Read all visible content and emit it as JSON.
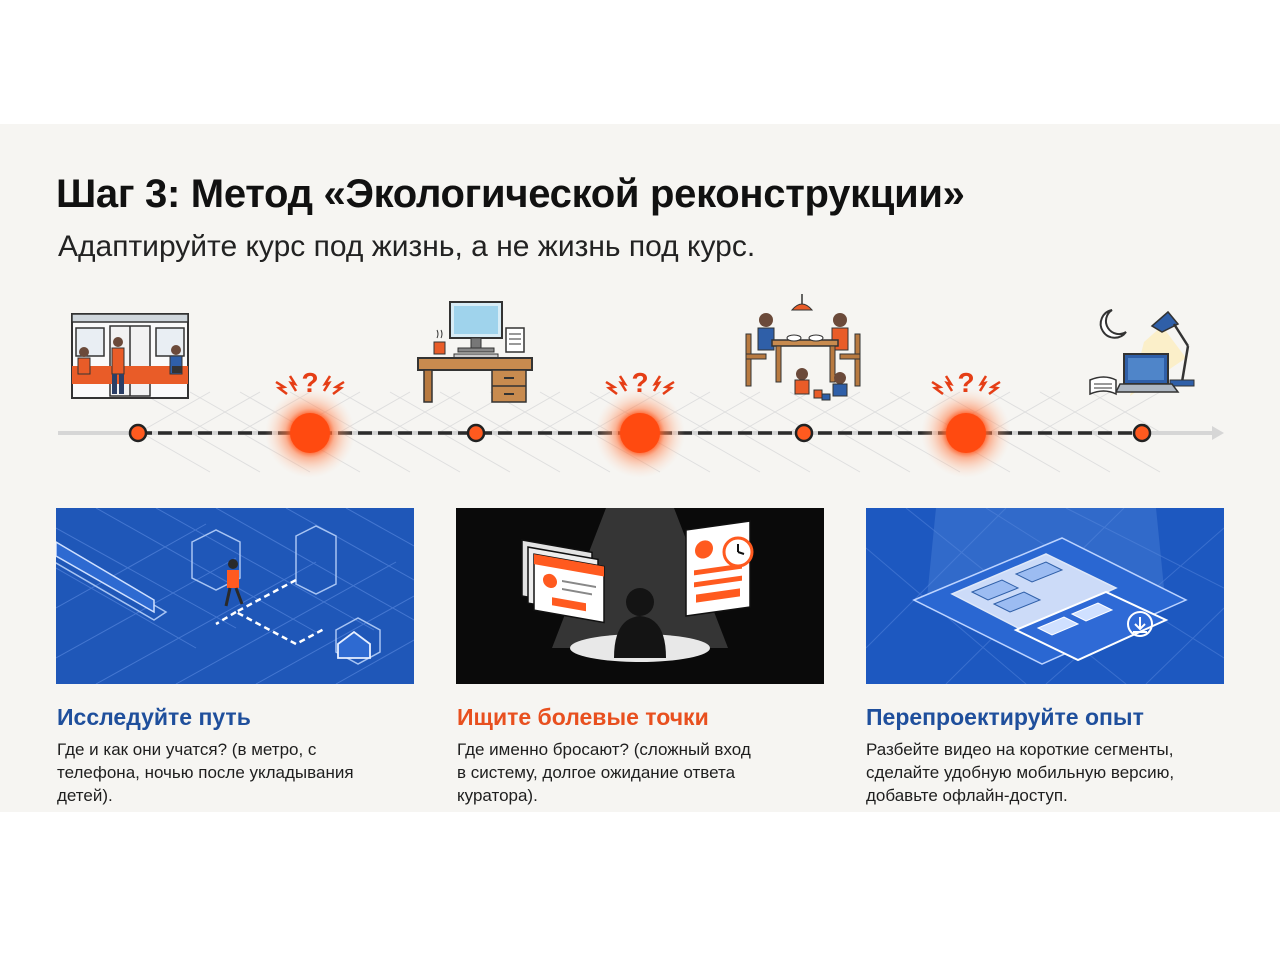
{
  "header": {
    "title": "Шаг 3: Метод «Экологической реконструкции»",
    "subtitle": "Адаптируйте курс под жизнь, а не жизнь под курс."
  },
  "timeline": {
    "question_mark": "?",
    "colors": {
      "accent": "#ff5a1f",
      "line": "#2b2b2b",
      "track": "#d9d9d9"
    }
  },
  "cards": [
    {
      "title": "Исследуйте путь",
      "lines": [
        "Где и как они учатся? (в метро, с",
        "телефона, ночью после укладывания",
        "детей)."
      ],
      "title_color": "#1f4f9c"
    },
    {
      "title": "Ищите болевые точки",
      "lines": [
        "Где именно бросают? (сложный вход",
        "в систему, долгое ожидание ответа",
        "куратора)."
      ],
      "title_color": "#e8501f"
    },
    {
      "title": "Перепроектируйте опыт",
      "lines": [
        "Разбейте видео на короткие сегменты,",
        "сделайте удобную мобильную версию,",
        "добавьте офлайн-доступ."
      ],
      "title_color": "#1f4f9c"
    }
  ]
}
